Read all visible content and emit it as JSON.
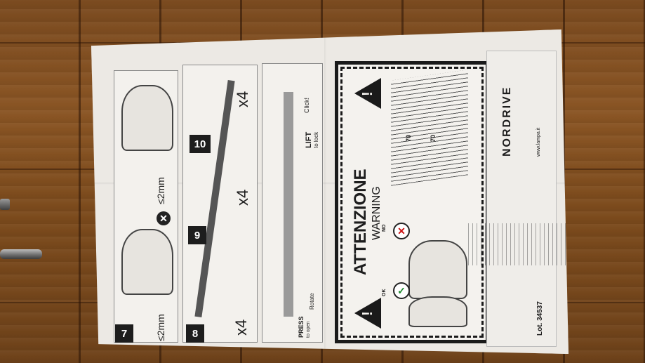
{
  "photo": {
    "subject": "roof bar installation instruction sheet",
    "brand": "NORDRIVE",
    "steps": [
      {
        "number": "7",
        "text": "≤2mm"
      },
      {
        "number": "8",
        "text": "x4"
      },
      {
        "number": "9",
        "text": "x4"
      },
      {
        "number": "10",
        "text": "x4"
      }
    ],
    "second_measure": "≤2mm",
    "click_label": "Click!",
    "lift_label": "LIFT",
    "lift_sub": "to lock",
    "press_label": "PRESS",
    "press_sub": "to open",
    "rotate_label": "Rotate",
    "warning_title": "ATTENZIONE",
    "warning_subtitle": "WARNING",
    "measurement_1": "70",
    "measurement_2": "70",
    "ok_label": "OK",
    "no_label": "NO",
    "lot": "Lot. 34537",
    "website": "www.lampa.it",
    "colors": {
      "floor": "#7b4a1c",
      "paper": "#ece9e4",
      "ink": "#1a1a1a"
    }
  }
}
